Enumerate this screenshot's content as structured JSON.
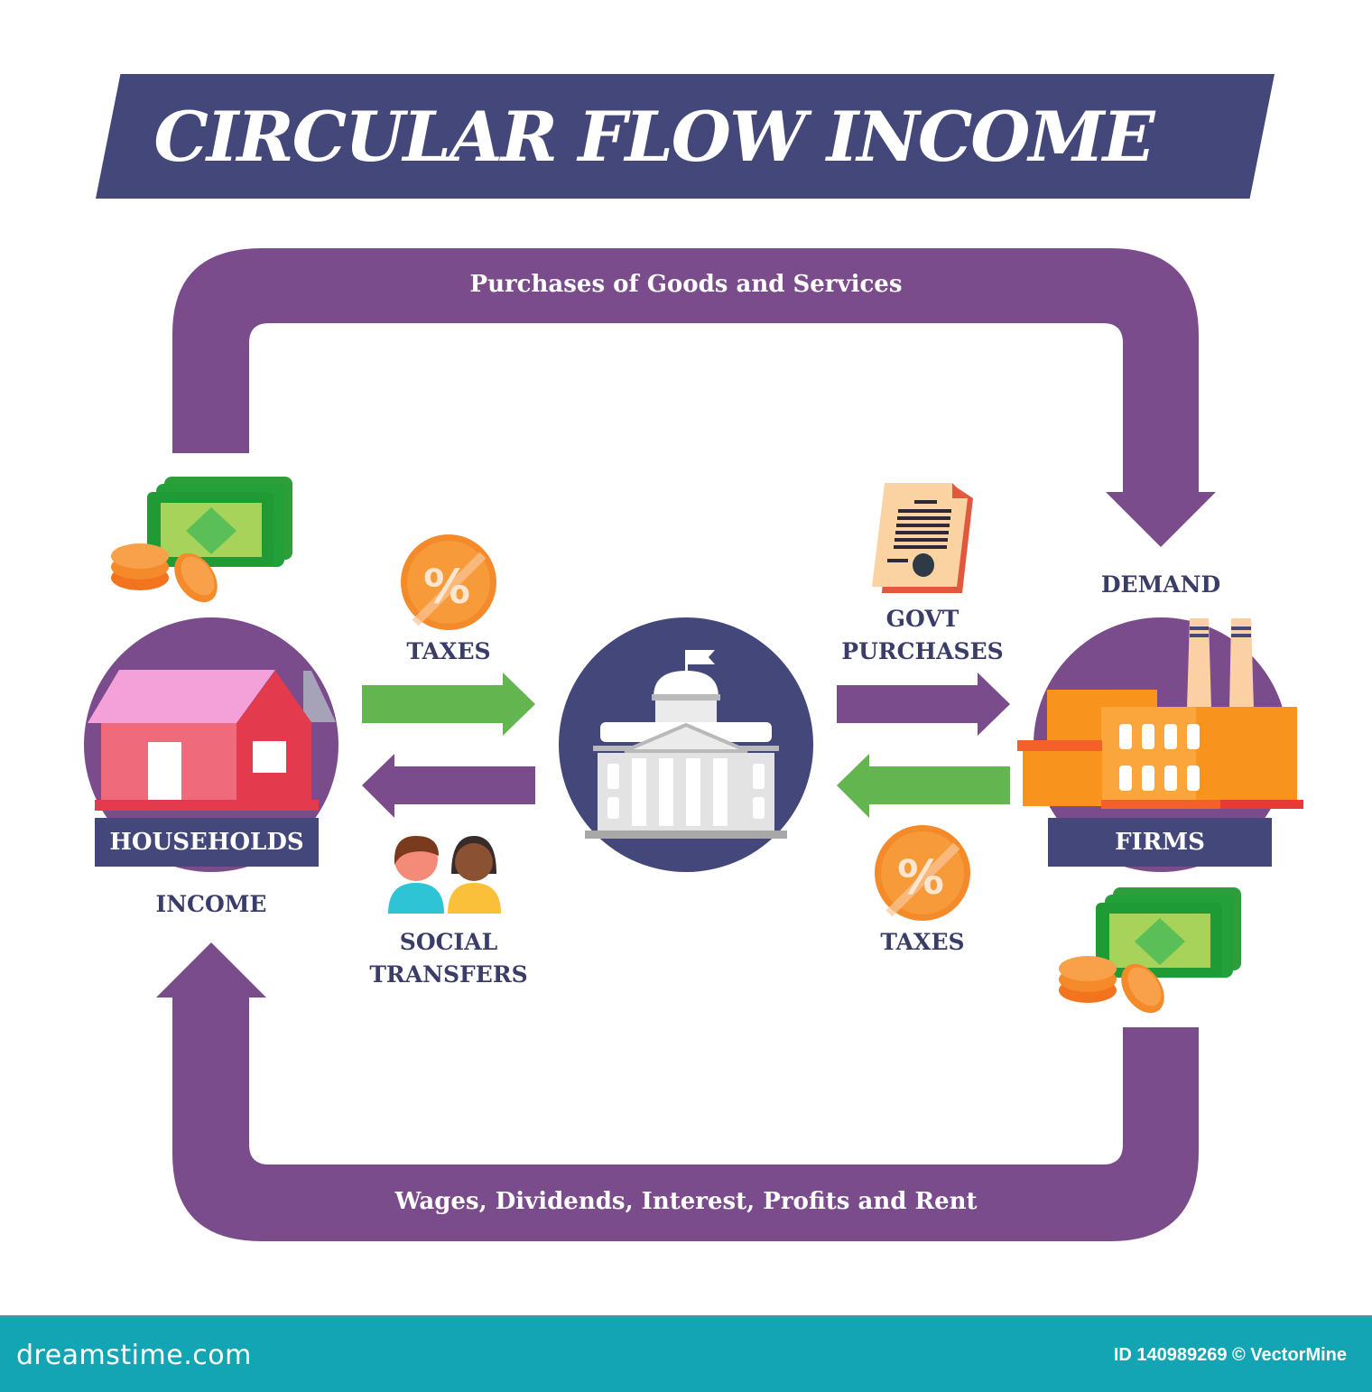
{
  "title": "CIRCULAR FLOW INCOME",
  "colors": {
    "banner": "#43477a",
    "flow_purple": "#7b4c8c",
    "flow_green": "#63b64f",
    "text_dark": "#3b3d69",
    "coin_orange": "#f58a2a",
    "footer_teal": "#13a5b4"
  },
  "outer_flows": {
    "top": {
      "label": "Purchases of Goods and Services",
      "direction": "households-to-firms"
    },
    "bottom": {
      "label": "Wages, Dividends, Interest, Profits and Rent",
      "direction": "firms-to-households"
    }
  },
  "nodes": {
    "households": {
      "label": "HOUSEHOLDS",
      "icon": "house-icon",
      "sub_label": "INCOME"
    },
    "government": {
      "icon": "government-building-icon"
    },
    "firms": {
      "label": "FIRMS",
      "icon": "factory-icon",
      "top_label": "DEMAND"
    }
  },
  "inner_flows": {
    "households_taxes": {
      "label": "TAXES",
      "icon": "percent-coin-icon",
      "direction": "households-to-government",
      "color": "green"
    },
    "social_transfers": {
      "label_line1": "SOCIAL",
      "label_line2": "TRANSFERS",
      "icon": "people-icon",
      "direction": "government-to-households",
      "color": "purple"
    },
    "govt_purchases": {
      "label_line1": "GOVT",
      "label_line2": "PURCHASES",
      "icon": "contract-document-icon",
      "direction": "government-to-firms",
      "color": "purple"
    },
    "firms_taxes": {
      "label": "TAXES",
      "icon": "percent-coin-icon",
      "direction": "firms-to-government",
      "color": "green"
    }
  },
  "footer": {
    "brand": "dreamstime.com",
    "credit": "ID 140989269 © VectorMine"
  }
}
